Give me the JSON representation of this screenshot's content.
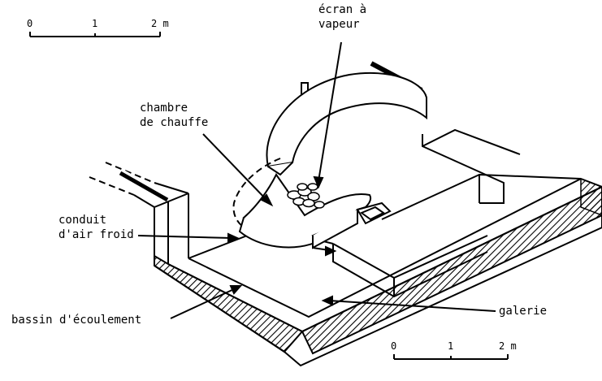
{
  "labels": {
    "ecran_line1": "écran à",
    "ecran_line2": "vapeur",
    "chambre_line1": "chambre",
    "chambre_line2": "de chauffe",
    "conduit_line1": "conduit",
    "conduit_line2": "d'air froid",
    "bassin": "bassin d'écoulement",
    "galerie": "galerie"
  },
  "scale_top": {
    "ticks": [
      "0",
      "1",
      "2 m"
    ]
  },
  "scale_bottom": {
    "ticks": [
      "0",
      "1",
      "2 m"
    ]
  },
  "colors": {
    "ink": "#000000",
    "paper": "#ffffff"
  }
}
